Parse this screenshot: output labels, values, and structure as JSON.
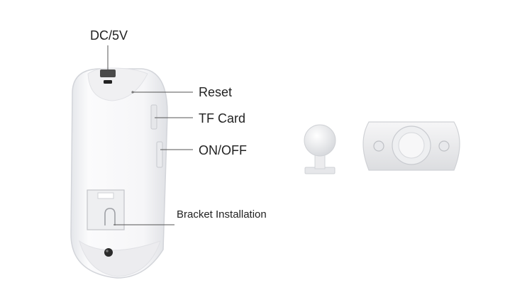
{
  "labels": {
    "dc": "DC/5V",
    "reset": "Reset",
    "tf_card": "TF Card",
    "on_off": "ON/OFF",
    "bracket": "Bracket Installation"
  },
  "colors": {
    "device_body": "#f4f4f6",
    "device_edge": "#d6d8dc",
    "leader_line": "#555555",
    "text": "#222222"
  }
}
